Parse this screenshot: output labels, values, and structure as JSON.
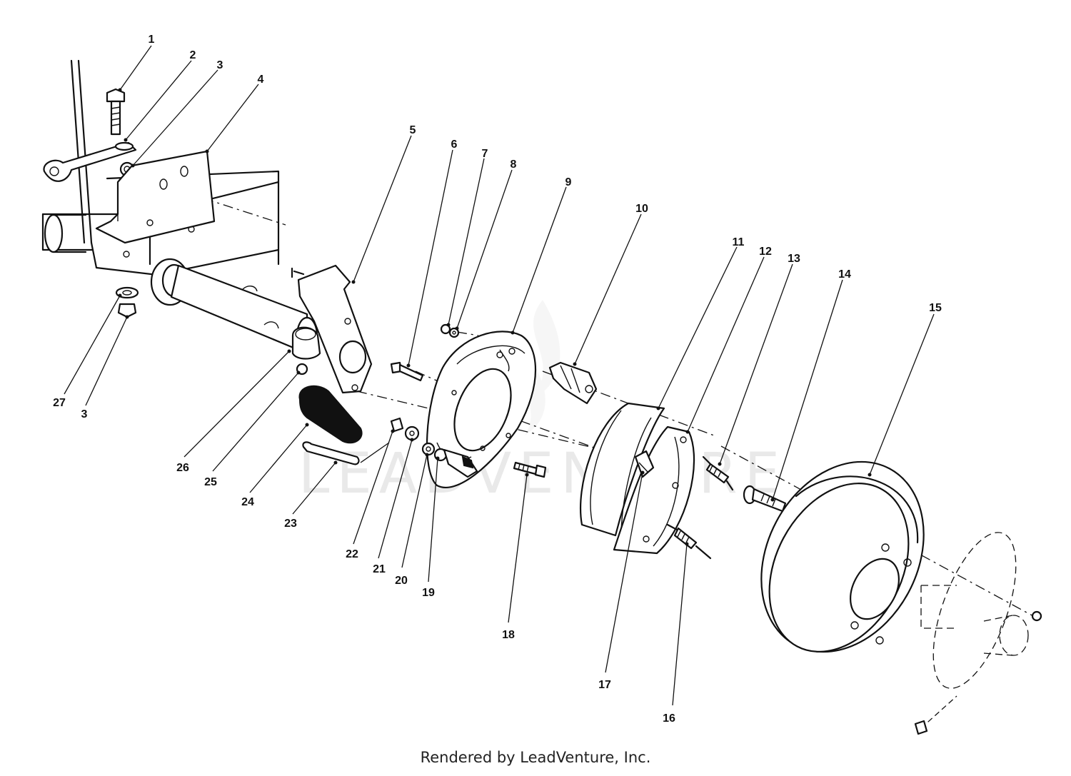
{
  "watermark": "LEADVENTURE",
  "footer": "Rendered by LeadVenture, Inc.",
  "callouts": [
    {
      "id": "c1",
      "label": "1"
    },
    {
      "id": "c2",
      "label": "2"
    },
    {
      "id": "c3a",
      "label": "3"
    },
    {
      "id": "c4",
      "label": "4"
    },
    {
      "id": "c5",
      "label": "5"
    },
    {
      "id": "c6",
      "label": "6"
    },
    {
      "id": "c7",
      "label": "7"
    },
    {
      "id": "c8",
      "label": "8"
    },
    {
      "id": "c9",
      "label": "9"
    },
    {
      "id": "c10",
      "label": "10"
    },
    {
      "id": "c11",
      "label": "11"
    },
    {
      "id": "c12",
      "label": "12"
    },
    {
      "id": "c13",
      "label": "13"
    },
    {
      "id": "c14",
      "label": "14"
    },
    {
      "id": "c15",
      "label": "15"
    },
    {
      "id": "c16",
      "label": "16"
    },
    {
      "id": "c17",
      "label": "17"
    },
    {
      "id": "c18",
      "label": "18"
    },
    {
      "id": "c19",
      "label": "19"
    },
    {
      "id": "c20",
      "label": "20"
    },
    {
      "id": "c21",
      "label": "21"
    },
    {
      "id": "c22",
      "label": "22"
    },
    {
      "id": "c23",
      "label": "23"
    },
    {
      "id": "c24",
      "label": "24"
    },
    {
      "id": "c25",
      "label": "25"
    },
    {
      "id": "c26",
      "label": "26"
    },
    {
      "id": "c27",
      "label": "27"
    },
    {
      "id": "c3b",
      "label": "3"
    }
  ]
}
